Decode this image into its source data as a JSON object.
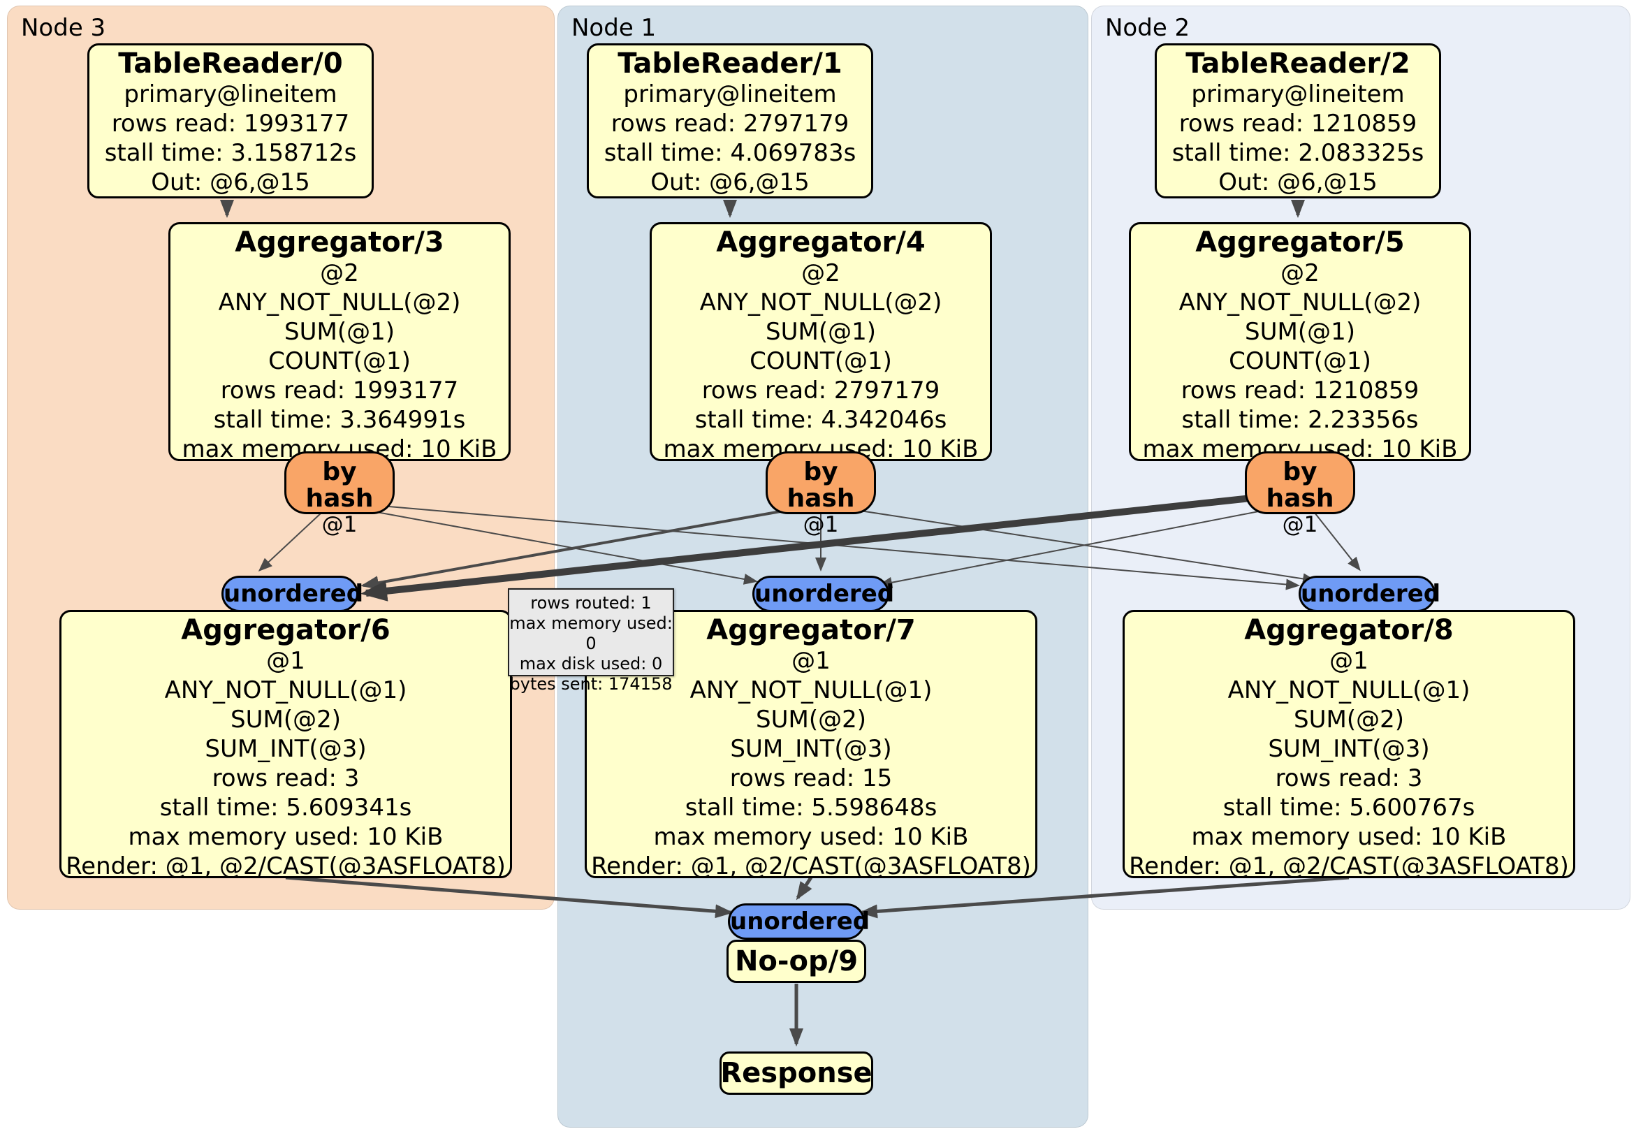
{
  "regions": [
    {
      "label": "Node 3"
    },
    {
      "label": "Node 1"
    },
    {
      "label": "Node 2"
    }
  ],
  "processors": {
    "tr0": {
      "title": "TableReader/0",
      "lines": [
        "primary@lineitem",
        "rows read: 1993177",
        "stall time: 3.158712s",
        "Out: @6,@15"
      ]
    },
    "tr1": {
      "title": "TableReader/1",
      "lines": [
        "primary@lineitem",
        "rows read: 2797179",
        "stall time: 4.069783s",
        "Out: @6,@15"
      ]
    },
    "tr2": {
      "title": "TableReader/2",
      "lines": [
        "primary@lineitem",
        "rows read: 1210859",
        "stall time: 2.083325s",
        "Out: @6,@15"
      ]
    },
    "agg3": {
      "title": "Aggregator/3",
      "lines": [
        "@2",
        "ANY_NOT_NULL(@2)",
        "SUM(@1)",
        "COUNT(@1)",
        "rows read: 1993177",
        "stall time: 3.364991s",
        "max memory used: 10 KiB"
      ]
    },
    "agg4": {
      "title": "Aggregator/4",
      "lines": [
        "@2",
        "ANY_NOT_NULL(@2)",
        "SUM(@1)",
        "COUNT(@1)",
        "rows read: 2797179",
        "stall time: 4.342046s",
        "max memory used: 10 KiB"
      ]
    },
    "agg5": {
      "title": "Aggregator/5",
      "lines": [
        "@2",
        "ANY_NOT_NULL(@2)",
        "SUM(@1)",
        "COUNT(@1)",
        "rows read: 1210859",
        "stall time: 2.23356s",
        "max memory used: 10 KiB"
      ]
    },
    "agg6": {
      "title": "Aggregator/6",
      "lines": [
        "@1",
        "ANY_NOT_NULL(@1)",
        "SUM(@2)",
        "SUM_INT(@3)",
        "rows read: 3",
        "stall time: 5.609341s",
        "max memory used: 10 KiB",
        "Render: @1, @2/CAST(@3ASFLOAT8)"
      ]
    },
    "agg7": {
      "title": "Aggregator/7",
      "lines": [
        "@1",
        "ANY_NOT_NULL(@1)",
        "SUM(@2)",
        "SUM_INT(@3)",
        "rows read: 15",
        "stall time: 5.598648s",
        "max memory used: 10 KiB",
        "Render: @1, @2/CAST(@3ASFLOAT8)"
      ]
    },
    "agg8": {
      "title": "Aggregator/8",
      "lines": [
        "@1",
        "ANY_NOT_NULL(@1)",
        "SUM(@2)",
        "SUM_INT(@3)",
        "rows read: 3",
        "stall time: 5.600767s",
        "max memory used: 10 KiB",
        "Render: @1, @2/CAST(@3ASFLOAT8)"
      ]
    },
    "noop": {
      "title": "No-op/9"
    },
    "response": {
      "title": "Response"
    }
  },
  "routers": {
    "r3": {
      "title": "by hash",
      "detail": "@1"
    },
    "r1": {
      "title": "by hash",
      "detail": "@1"
    },
    "r2": {
      "title": "by hash",
      "detail": "@1"
    }
  },
  "collectors": {
    "left": {
      "label": "unordered"
    },
    "middle": {
      "label": "unordered"
    },
    "right": {
      "label": "unordered"
    },
    "final": {
      "label": "unordered"
    }
  },
  "tooltip": {
    "lines": [
      "rows routed: 1",
      "max memory used: 0",
      "max disk used: 0",
      "bytes sent: 174158"
    ]
  },
  "colors": {
    "processor_fill": "#ffffcc",
    "router_fill": "#f9a567",
    "collector_fill": "#6f9bf5",
    "node3_bg": "#fadcc3",
    "node1_bg": "#d2e0ea",
    "node2_bg": "#eaeff8",
    "edge": "#4a4a4a",
    "tooltip_bg": "#e9e9e9"
  }
}
